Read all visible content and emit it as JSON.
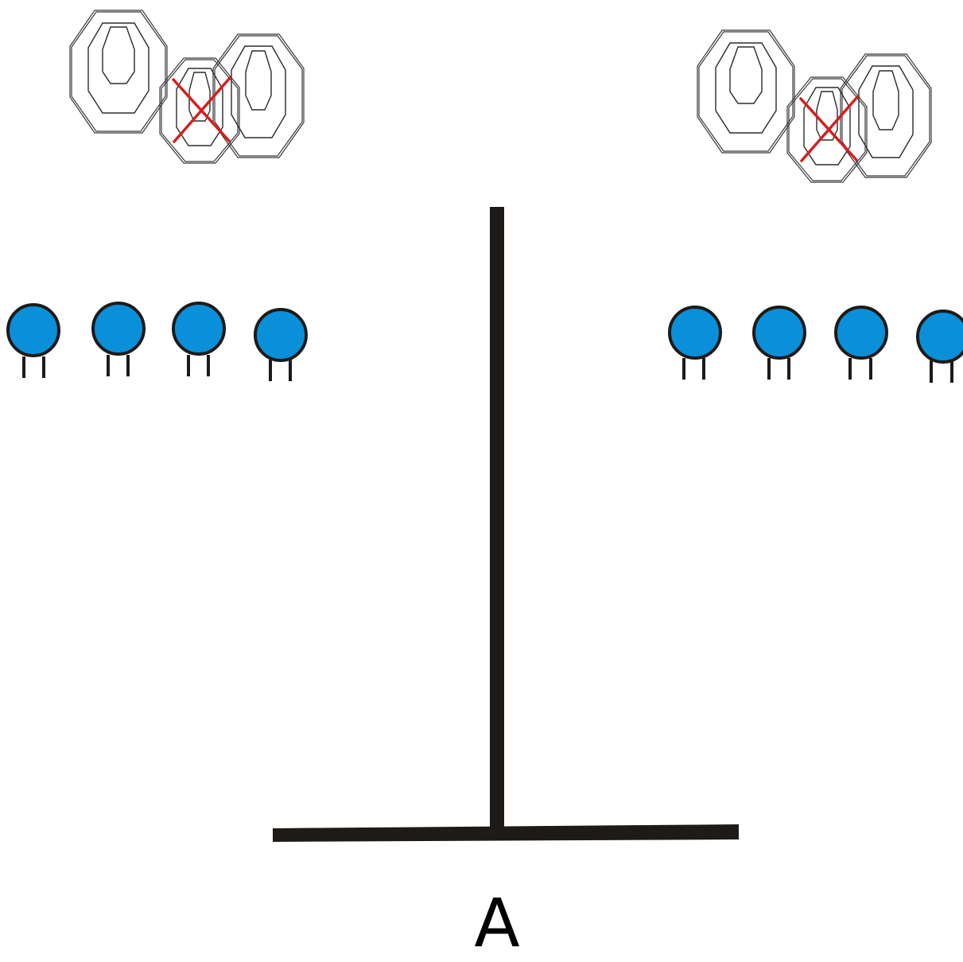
{
  "diagram": {
    "position_label": "A",
    "colors": {
      "background": "#ffffff",
      "wall": "#1e1a17",
      "plate_fill": "#0a8fd9",
      "plate_stroke": "#1e1a17",
      "target_stroke": "#2b2b2b",
      "no_shoot_mark": "#d41f1f"
    },
    "left_array": {
      "paper_targets": 3,
      "no_shoot_targets": 1,
      "steel_plates": 4
    },
    "right_array": {
      "paper_targets": 3,
      "no_shoot_targets": 1,
      "steel_plates": 4
    },
    "wall": {
      "shape": "inverted-T"
    }
  }
}
